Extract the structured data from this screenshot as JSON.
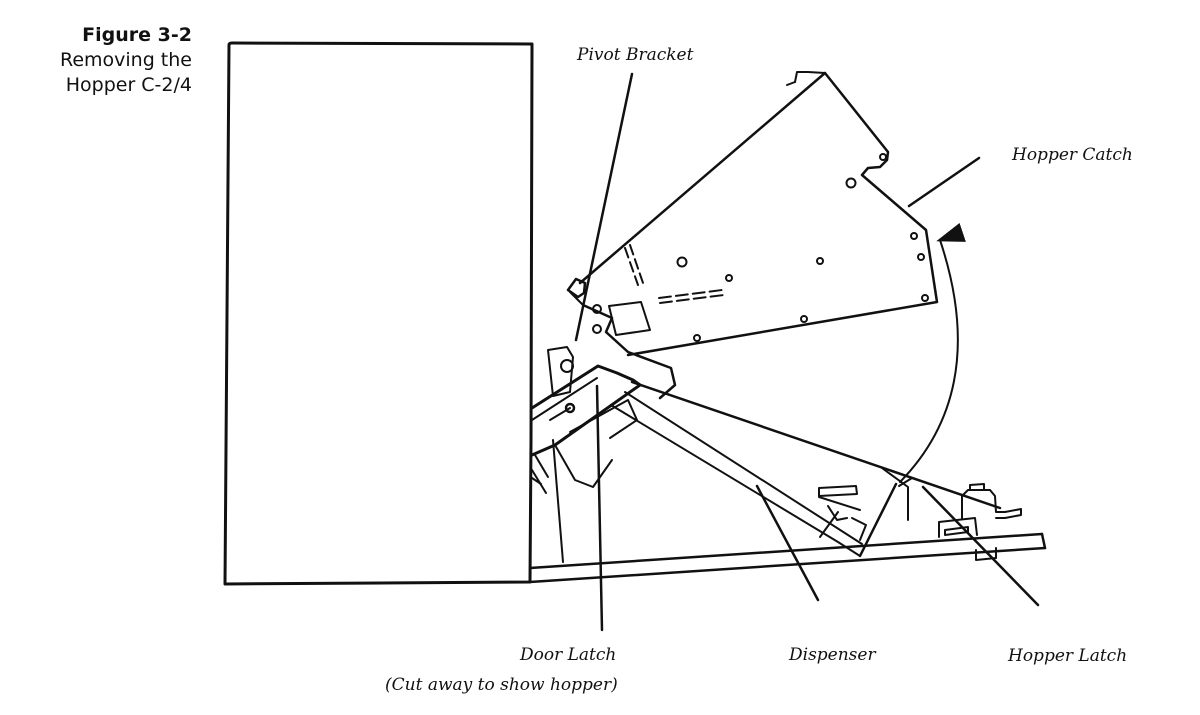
{
  "figure": {
    "number": "Figure 3-2",
    "title_lines": [
      "Removing the",
      "Hopper C-2/4"
    ]
  },
  "labels": {
    "pivot_bracket": "Pivot Bracket",
    "hopper_catch": "Hopper Catch",
    "door_latch": "Door Latch",
    "door_latch_note": "(Cut away to show hopper)",
    "dispenser": "Dispenser",
    "hopper_latch": "Hopper Latch"
  },
  "colors": {
    "line": "#111111",
    "background": "#ffffff"
  }
}
